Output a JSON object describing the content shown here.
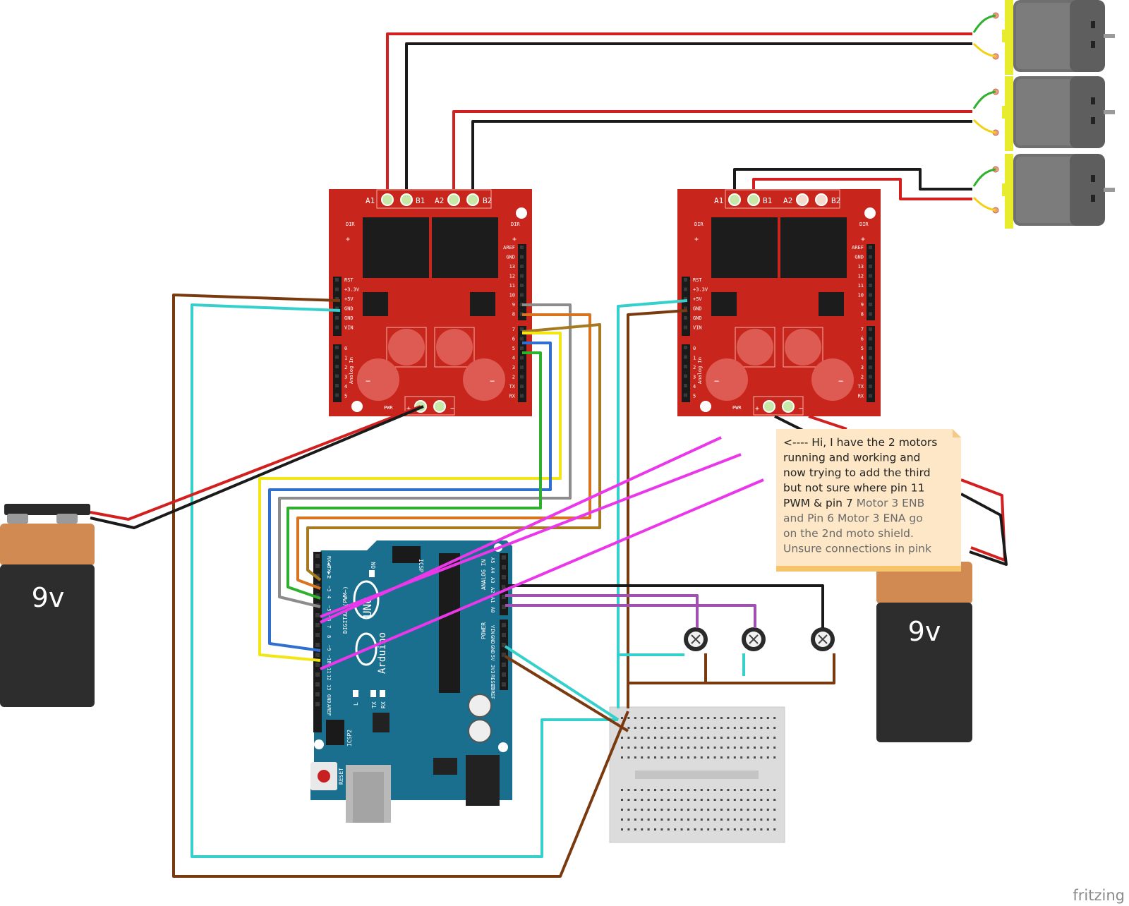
{
  "colors": {
    "wire_red": "#d21f1f",
    "wire_black": "#1a1a1a",
    "wire_brown": "#7a3a10",
    "wire_cyan": "#35d0cc",
    "wire_grey": "#8c8c8c",
    "wire_orange": "#d87420",
    "wire_olive": "#a57a20",
    "wire_yellow": "#f2e614",
    "wire_blue": "#2f6fd0",
    "wire_green": "#2fb02f",
    "wire_purple": "#a050b0",
    "wire_pink": "#ea37ea",
    "shield_red": "#c8261c",
    "arduino_teal": "#1a6f8e",
    "motor_grey": "#6f6f6f",
    "motor_yellow": "#e7ec2c",
    "battery_orange": "#d18a52",
    "battery_black": "#2d2d2d",
    "note_bg": "#fde7c6"
  },
  "motor_shield": {
    "ports": [
      "A1",
      "B1",
      "A2",
      "B2"
    ],
    "dir_label": "DIR",
    "pwr_label": "PWR",
    "plus": "+",
    "minus": "−",
    "analog_in": "Analog In",
    "left_header": [
      "RST",
      "+3.3V",
      "+5V",
      "GND",
      "GND",
      "VIN"
    ],
    "left_analog": [
      "0",
      "1",
      "2",
      "3",
      "4",
      "5"
    ],
    "right_header": [
      "AREF",
      "GND",
      "13",
      "12",
      "11",
      "10",
      "9",
      "8"
    ],
    "right_header2": [
      "7",
      "6",
      "5",
      "4",
      "3",
      "2",
      "TX",
      "RX"
    ]
  },
  "arduino": {
    "model": "UNO",
    "brand": "Arduino",
    "icsp": "ICSP",
    "icsp2": "ICSP2",
    "on": "ON",
    "reset": "RESET",
    "digital": "DIGITAL (PWM~)",
    "analog": "ANALOG IN",
    "power": "POWER",
    "tx": "TX",
    "rx": "RX",
    "l": "L",
    "digital_pins": [
      "RX◀0",
      "TX▶1",
      "2",
      "~3",
      "4",
      "~5",
      "~6",
      "7",
      "8",
      "~9",
      "~10",
      "~11",
      "12",
      "13",
      "GND",
      "AREF"
    ],
    "analog_pins": [
      "A5",
      "A4",
      "A3",
      "A2",
      "A1",
      "A0"
    ],
    "power_pins": [
      "VIN",
      "GND",
      "GND",
      "5V",
      "3V3",
      "RESET",
      "IOREF"
    ]
  },
  "batteries": [
    {
      "label": "9v"
    },
    {
      "label": "9v"
    }
  ],
  "note": {
    "lines": [
      [
        {
          "t": "<---- Hi, I have the 2 motors",
          "soft": false
        }
      ],
      [
        {
          "t": "running and working and",
          "soft": false
        }
      ],
      [
        {
          "t": "now trying to add the third",
          "soft": false
        }
      ],
      [
        {
          "t": "but not sure where pin 11",
          "soft": false
        }
      ],
      [
        {
          "t": "PWM & pin 7 ",
          "soft": false
        },
        {
          "t": "Motor 3 ENB",
          "soft": true
        }
      ],
      [
        {
          "t": "and Pin 6 Motor 3 ENA  go",
          "soft": true
        }
      ],
      [
        {
          "t": "on the 2nd moto shield.",
          "soft": true
        }
      ],
      [
        {
          "t": "Unsure connections in pink",
          "soft": true
        }
      ]
    ]
  },
  "brand_mark": "fritzing"
}
